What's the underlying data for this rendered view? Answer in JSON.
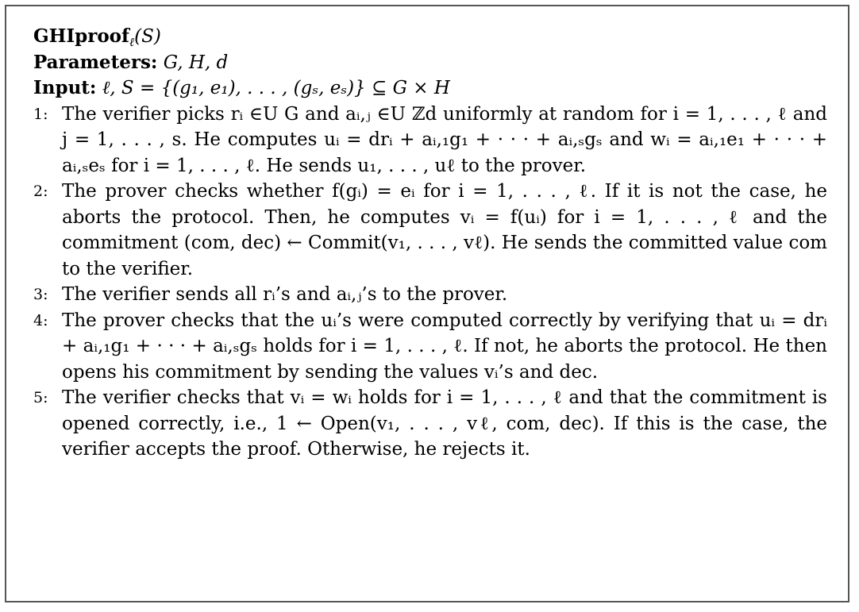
{
  "algorithm": {
    "name": "GHIproof",
    "subscript": "ℓ",
    "argument": "(S)",
    "params_label": "Parameters:",
    "params_value": "G, H, d",
    "input_label": "Input:",
    "input_value": "ℓ, S = {(g₁, e₁), . . . , (gₛ, eₛ)} ⊆ G × H"
  },
  "steps": [
    {
      "num": "1:",
      "text": "The verifier picks rᵢ ∈U G and aᵢ,ⱼ ∈U ℤd uniformly at random for i = 1, . . . , ℓ and j = 1, . . . , s. He computes uᵢ = drᵢ + aᵢ,₁g₁ + · · · + aᵢ,ₛgₛ and wᵢ = aᵢ,₁e₁ + · · · + aᵢ,ₛeₛ for i = 1, . . . , ℓ. He sends u₁, . . . , uℓ to the prover."
    },
    {
      "num": "2:",
      "text": "The prover checks whether f(gᵢ) = eᵢ for i = 1, . . . , ℓ. If it is not the case, he aborts the protocol. Then, he computes vᵢ = f(uᵢ) for i = 1, . . . , ℓ and the commitment (com, dec) ← Commit(v₁, . . . , vℓ). He sends the committed value com to the verifier."
    },
    {
      "num": "3:",
      "text": "The verifier sends all rᵢ’s and aᵢ,ⱼ’s to the prover."
    },
    {
      "num": "4:",
      "text": "The prover checks that the uᵢ’s were computed correctly by verifying that uᵢ = drᵢ + aᵢ,₁g₁ + · · · + aᵢ,ₛgₛ holds for i = 1, . . . , ℓ. If not, he aborts the protocol. He then opens his commitment by sending the values vᵢ’s and dec."
    },
    {
      "num": "5:",
      "text": "The verifier checks that vᵢ = wᵢ holds for i = 1, . . . , ℓ and that the commitment is opened correctly, i.e., 1 ← Open(v₁, . . . , vℓ, com, dec). If this is the case, the verifier accepts the proof. Otherwise, he rejects it."
    }
  ]
}
